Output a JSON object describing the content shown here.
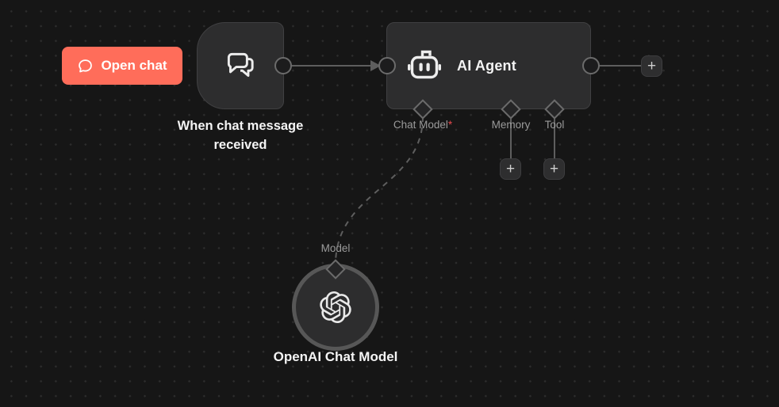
{
  "colors": {
    "accent": "#ff6d5a",
    "canvas_bg": "#161616",
    "node_bg": "#2d2d2e",
    "wire": "#5e5e5e",
    "muted_label": "#9b9b9b",
    "required_marker": "#e5484d",
    "text": "#f4f4f4"
  },
  "open_chat_button": {
    "label": "Open chat"
  },
  "trigger_node": {
    "caption": "When chat message received"
  },
  "agent_node": {
    "title": "AI Agent",
    "required_marker": "*",
    "ports": [
      {
        "label": "Chat Model",
        "required": true
      },
      {
        "label": "Memory",
        "required": false
      },
      {
        "label": "Tool",
        "required": false
      }
    ]
  },
  "model_node": {
    "port_label": "Model",
    "caption": "OpenAI Chat Model"
  },
  "icons": {
    "plus": "+"
  }
}
